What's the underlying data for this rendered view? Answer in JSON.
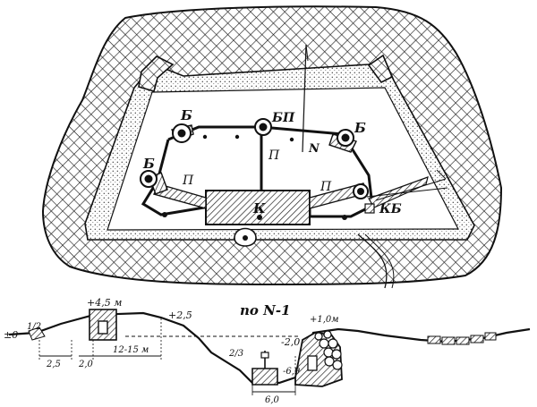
{
  "diagram": {
    "plan_labels": {
      "b_top_left": "Б",
      "bp": "БП",
      "b_top_right": "Б",
      "b_left": "Б",
      "n_north": "N",
      "p_center": "П",
      "p_left": "П",
      "p_right": "П",
      "k_center": "К",
      "kb": "КБ"
    },
    "section_title": "по N-1",
    "section_labels": {
      "zero": "±0",
      "slope_half": "1/2",
      "height_45": "+4,5 м",
      "height_25": "+2,5",
      "height_10": "+1,0м",
      "depth_20": "-2,0",
      "slope_23": "2/3",
      "depth_69": "-6,9",
      "width_60": "6,0",
      "dist_25": "2,5",
      "dist_20": "2,0",
      "dist_1215": "12-15 м"
    }
  }
}
